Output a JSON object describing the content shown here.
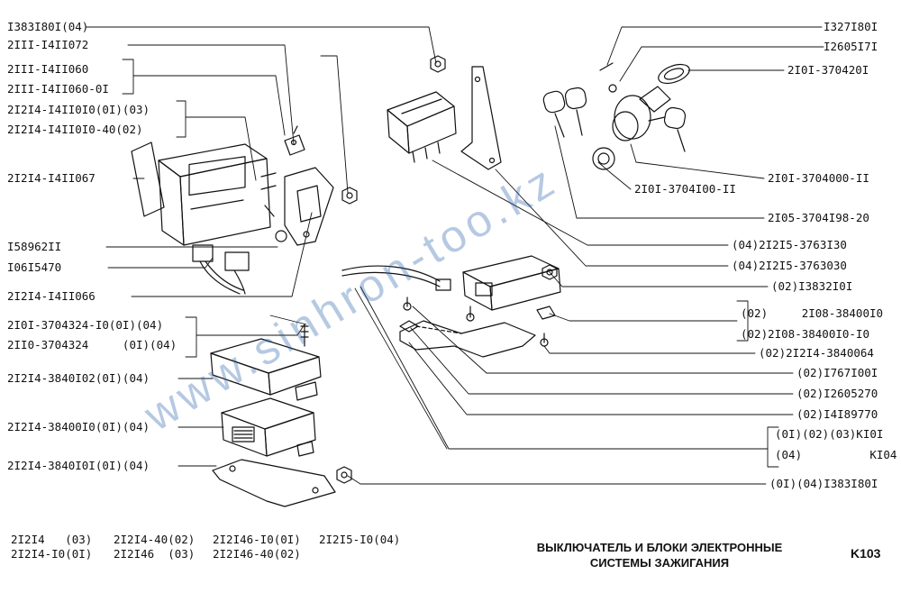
{
  "labels_left": [
    "I383I80I(04)",
    "2III-I4II072",
    "2III-I4II060",
    "2III-I4II060-0I",
    "2I2I4-I4II0I0(0I)(03)",
    "2I2I4-I4II0I0-40(02)",
    "2I2I4-I4II067",
    "I58962II",
    "I06I5470",
    "2I2I4-I4II066",
    "2I0I-3704324-I0(0I)(04)",
    "2II0-3704324     (0I)(04)",
    "2I2I4-3840I02(0I)(04)",
    "2I2I4-38400I0(0I)(04)",
    "2I2I4-3840I0I(0I)(04)"
  ],
  "labels_right": [
    "I327I80I",
    "I2605I7I",
    "2I0I-370420I",
    "2I0I-3704000-II",
    "2I0I-3704I00-II",
    "2I05-3704I98-20",
    "(04)2I2I5-3763I30",
    "(04)2I2I5-3763030",
    "(02)I3832I0I",
    "(02)     2I08-38400I0",
    "(02)2I08-38400I0-I0",
    "(02)2I2I4-3840064",
    "(02)I767I00I",
    "(02)I2605270",
    "(02)I4I89770",
    "(0I)(02)(03)KI0I",
    "(04)          KI04",
    "(0I)(04)I383I80I"
  ],
  "legend": [
    "2I2I4   (03)",
    "2I2I4-I0(0I)",
    "2I2I4-40(02)",
    "2I2I46  (03)",
    "2I2I46-I0(0I)",
    "2I2I46-40(02)",
    "2I2I5-I0(04)"
  ],
  "title_line1": "ВЫКЛЮЧАТЕЛЬ И БЛОКИ ЭЛЕКТРОННЫЕ",
  "title_line2": "СИСТЕМЫ ЗАЖИГАНИЯ",
  "page_code": "K103",
  "watermark": "www.sinhron-too.kz",
  "colors": {
    "ink": "#111111",
    "watermark": "#1f5aa8",
    "background": "#ffffff"
  }
}
